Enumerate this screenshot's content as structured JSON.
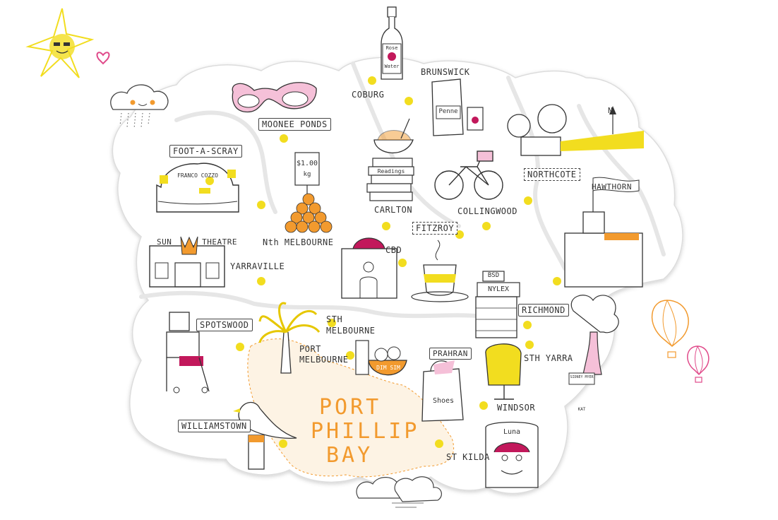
{
  "colors": {
    "yellow": "#f2dd1f",
    "magenta": "#c2185b",
    "pink": "#e8a0c0",
    "orange": "#f29a2e",
    "ink": "#333333",
    "land": "#ffffff",
    "shadow": "#e4e4e4"
  },
  "suburbs": [
    {
      "key": "coburg",
      "label": "COBURG",
      "style": "plain"
    },
    {
      "key": "brunswick",
      "label": "BRUNSWICK",
      "style": "plain"
    },
    {
      "key": "moonee-ponds",
      "label": "MOONEE PONDS",
      "style": "box"
    },
    {
      "key": "foot-a-scray",
      "label": "FOOT-A-SCRAY",
      "style": "box"
    },
    {
      "key": "northcote",
      "label": "NORTHCOTE",
      "style": "dash"
    },
    {
      "key": "hawthorn",
      "label": "HAWTHORN",
      "style": "plain"
    },
    {
      "key": "carlton",
      "label": "CARLTON",
      "style": "plain"
    },
    {
      "key": "collingwood",
      "label": "COLLINGWOOD",
      "style": "plain"
    },
    {
      "key": "fitzroy",
      "label": "FITZROY",
      "style": "dash"
    },
    {
      "key": "nth-melbourne",
      "label": "Nth MELBOURNE",
      "style": "plain"
    },
    {
      "key": "cbd",
      "label": "CBD",
      "style": "plain"
    },
    {
      "key": "yarraville",
      "label": "YARRAVILLE",
      "style": "plain"
    },
    {
      "key": "sun-theatre",
      "label": "SUN      THEATRE",
      "style": "plain"
    },
    {
      "key": "richmond",
      "label": "RICHMOND",
      "style": "box"
    },
    {
      "key": "spotswood",
      "label": "SPOTSWOOD",
      "style": "box"
    },
    {
      "key": "sth-melbourne",
      "label": "STH\nMELBOURNE",
      "style": "plain"
    },
    {
      "key": "port-melbourne",
      "label": "PORT\nMELBOURNE",
      "style": "plain"
    },
    {
      "key": "prahran",
      "label": "PRAHRAN",
      "style": "box"
    },
    {
      "key": "sth-yarra",
      "label": "STH YARRA",
      "style": "plain"
    },
    {
      "key": "windsor",
      "label": "WINDSOR",
      "style": "plain"
    },
    {
      "key": "williamstown",
      "label": "WILLIAMSTOWN",
      "style": "box"
    },
    {
      "key": "st-kilda",
      "label": "ST KILDA",
      "style": "plain"
    }
  ],
  "bay": {
    "lines": [
      "PORT",
      "PHILLIP",
      "BAY"
    ]
  },
  "compass": {
    "label": "N"
  },
  "illustration_text": {
    "rose_water_1": "Rose",
    "rose_water_2": "Water",
    "price_1": "$1.00",
    "price_2": "kg",
    "penne": "Penne",
    "readings": "Readings",
    "dim_sim": "DIM SIM",
    "shoes": "Shoes",
    "luna": "Luna",
    "franco_cozzo": "FRANCO COZZO",
    "nylex_1": "NYLEX",
    "nylex_2": "BSD",
    "sidney_myer": "SIDNEY MYER",
    "signature": "KAT"
  }
}
